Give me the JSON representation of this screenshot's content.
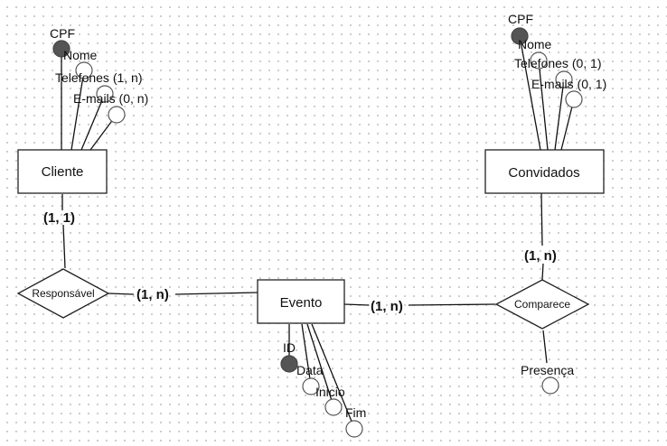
{
  "entities": {
    "cliente": "Cliente",
    "convidados": "Convidados",
    "evento": "Evento"
  },
  "relationships": {
    "responsavel": "Responsável",
    "comparece": "Comparece"
  },
  "attributes": {
    "cliente": {
      "cpf": "CPF",
      "nome": "Nome",
      "telefones": "Telefones (1, n)",
      "emails": "E-mails (0, n)"
    },
    "convidados": {
      "cpf": "CPF",
      "nome": "Nome",
      "telefones": "Telefones (0, 1)",
      "emails": "E-mails (0, 1)"
    },
    "evento": {
      "id": "ID",
      "data": "Data",
      "inicio": "Inicio",
      "fim": "Fim"
    },
    "comparece": {
      "presenca": "Presença"
    }
  },
  "cardinalities": {
    "cliente_responsavel": "(1, 1)",
    "responsavel_evento": "(1, n)",
    "evento_comparece": "(1, n)",
    "comparece_convidados": "(1, n)"
  }
}
